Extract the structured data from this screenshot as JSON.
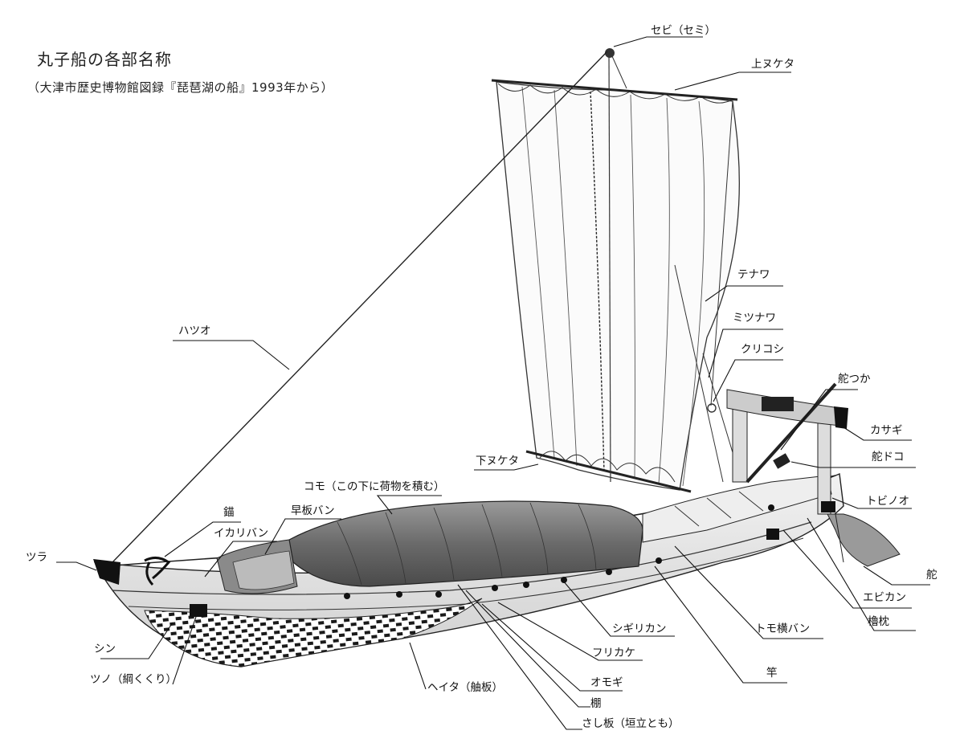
{
  "title": "丸子船の各部名称",
  "subtitle": "（大津市歴史博物館図録『琵琶湖の船』1993年から）",
  "labels": {
    "sebi": "セビ（セミ）",
    "kami_nuketa": "上ヌケタ",
    "hatsuo": "ハツオ",
    "tenawa": "テナワ",
    "mitsunawa": "ミツナワ",
    "kurikoshi": "クリコシ",
    "dazuka": "舵つか",
    "kasagi": "カサギ",
    "shimo_nuketa": "下ヌケタ",
    "dadoko": "舵ドコ",
    "tobinoo": "トビノオ",
    "komo": "コモ（この下に荷物を積む）",
    "hayaitaban": "早板バン",
    "ikari": "錨",
    "ikariban": "イカリバン",
    "tsura": "ツラ",
    "kaji": "舵",
    "ebikan": "エビカン",
    "romakura": "櫓枕",
    "shigirikan": "シギリカン",
    "tomoyokoban": "トモ横バン",
    "shin": "シン",
    "furikake": "フリカケ",
    "sao": "竿",
    "tsuno": "ツノ（綱くくり）",
    "heita": "ヘイタ（舳板）",
    "omogi": "オモギ",
    "tana": "棚",
    "sashiita": "さし板（垣立とも）"
  }
}
